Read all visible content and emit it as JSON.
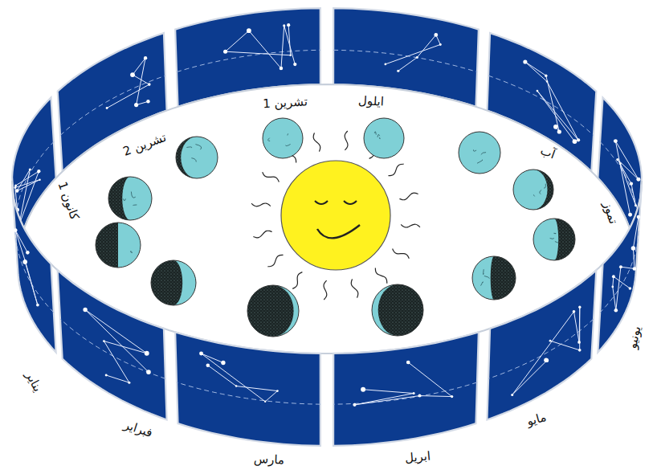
{
  "diagram": {
    "labels": [
      "تشرين 1",
      "ايلول",
      "آب",
      "تموز",
      "تشرين 2",
      "كانون 1",
      "يونيو",
      "يناير",
      "مايو",
      "فبراير",
      "ابريل",
      "مارس"
    ]
  }
}
